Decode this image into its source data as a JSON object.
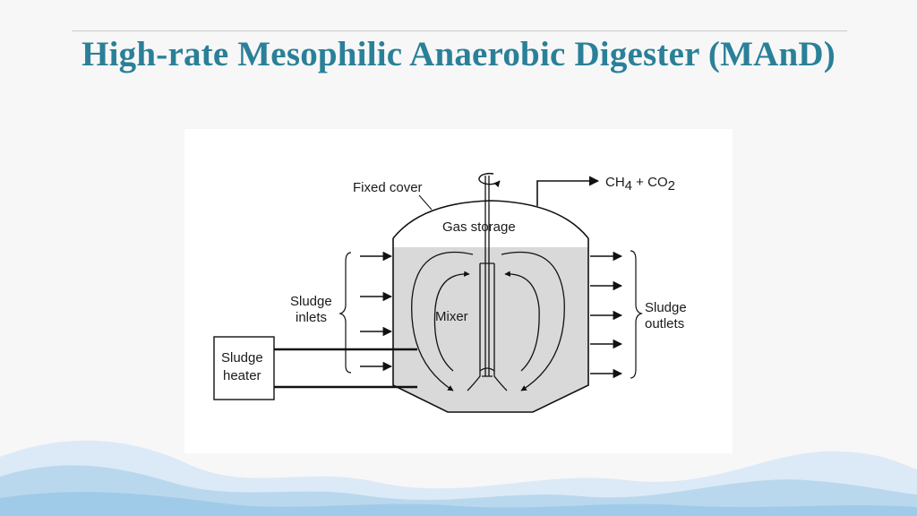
{
  "slide": {
    "title": "High-rate Mesophilic Anaerobic Digester (MAnD)"
  },
  "diagram": {
    "labels": {
      "fixed_cover": "Fixed cover",
      "gas_storage": "Gas storage",
      "mixer": "Mixer",
      "sludge_inlets_line1": "Sludge",
      "sludge_inlets_line2": "inlets",
      "sludge_outlets_line1": "Sludge",
      "sludge_outlets_line2": "outlets",
      "sludge_heater_line1": "Sludge",
      "sludge_heater_line2": "heater",
      "gas_out_ch": "CH",
      "gas_out_sub4": "4",
      "gas_out_plus": " + CO",
      "gas_out_sub2": "2"
    }
  },
  "colors": {
    "title": "#2a8098",
    "liquid": "#d9d9d9",
    "wave_light": "#dbeaf6",
    "wave_mid": "#b9d8ee",
    "wave_dark": "#9fcbe8"
  }
}
